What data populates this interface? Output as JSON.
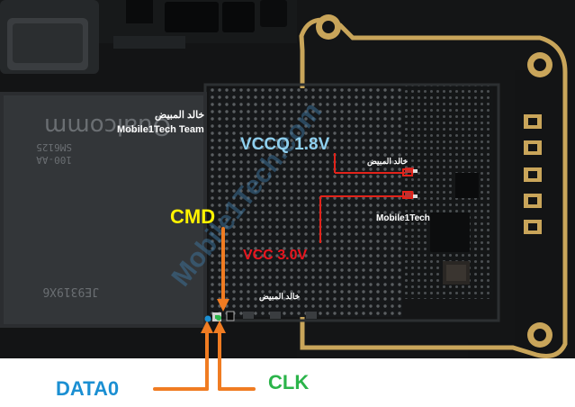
{
  "board": {
    "chip_marking": "JE9319X6",
    "chip_model": "SM6125",
    "chip_suffix": "100-AA",
    "chip_brand": "Qualcomm",
    "watermark": "Mobile1Tech.com"
  },
  "captions": {
    "author_top": "خالد المبيض",
    "team": "Mobile1Tech Team",
    "author_mid": "خالد المبيض",
    "site_right": "Mobile1Tech",
    "author_bottom": "خالد المبيض"
  },
  "labels": {
    "vccq": "VCCQ 1.8V",
    "vcc": "VCC 3.0V",
    "cmd": "CMD",
    "data0": "DATA0",
    "clk": "CLK"
  },
  "colors": {
    "vccq": "#8fd0ef",
    "vcc": "#e8141d",
    "cmd": "#fff200",
    "data0": "#1b8fd2",
    "clk": "#2bb44a",
    "arrows": "#f07c22",
    "red_lines": "#e2231a",
    "board": "#121314",
    "gold_frame": "#c9a55a"
  }
}
